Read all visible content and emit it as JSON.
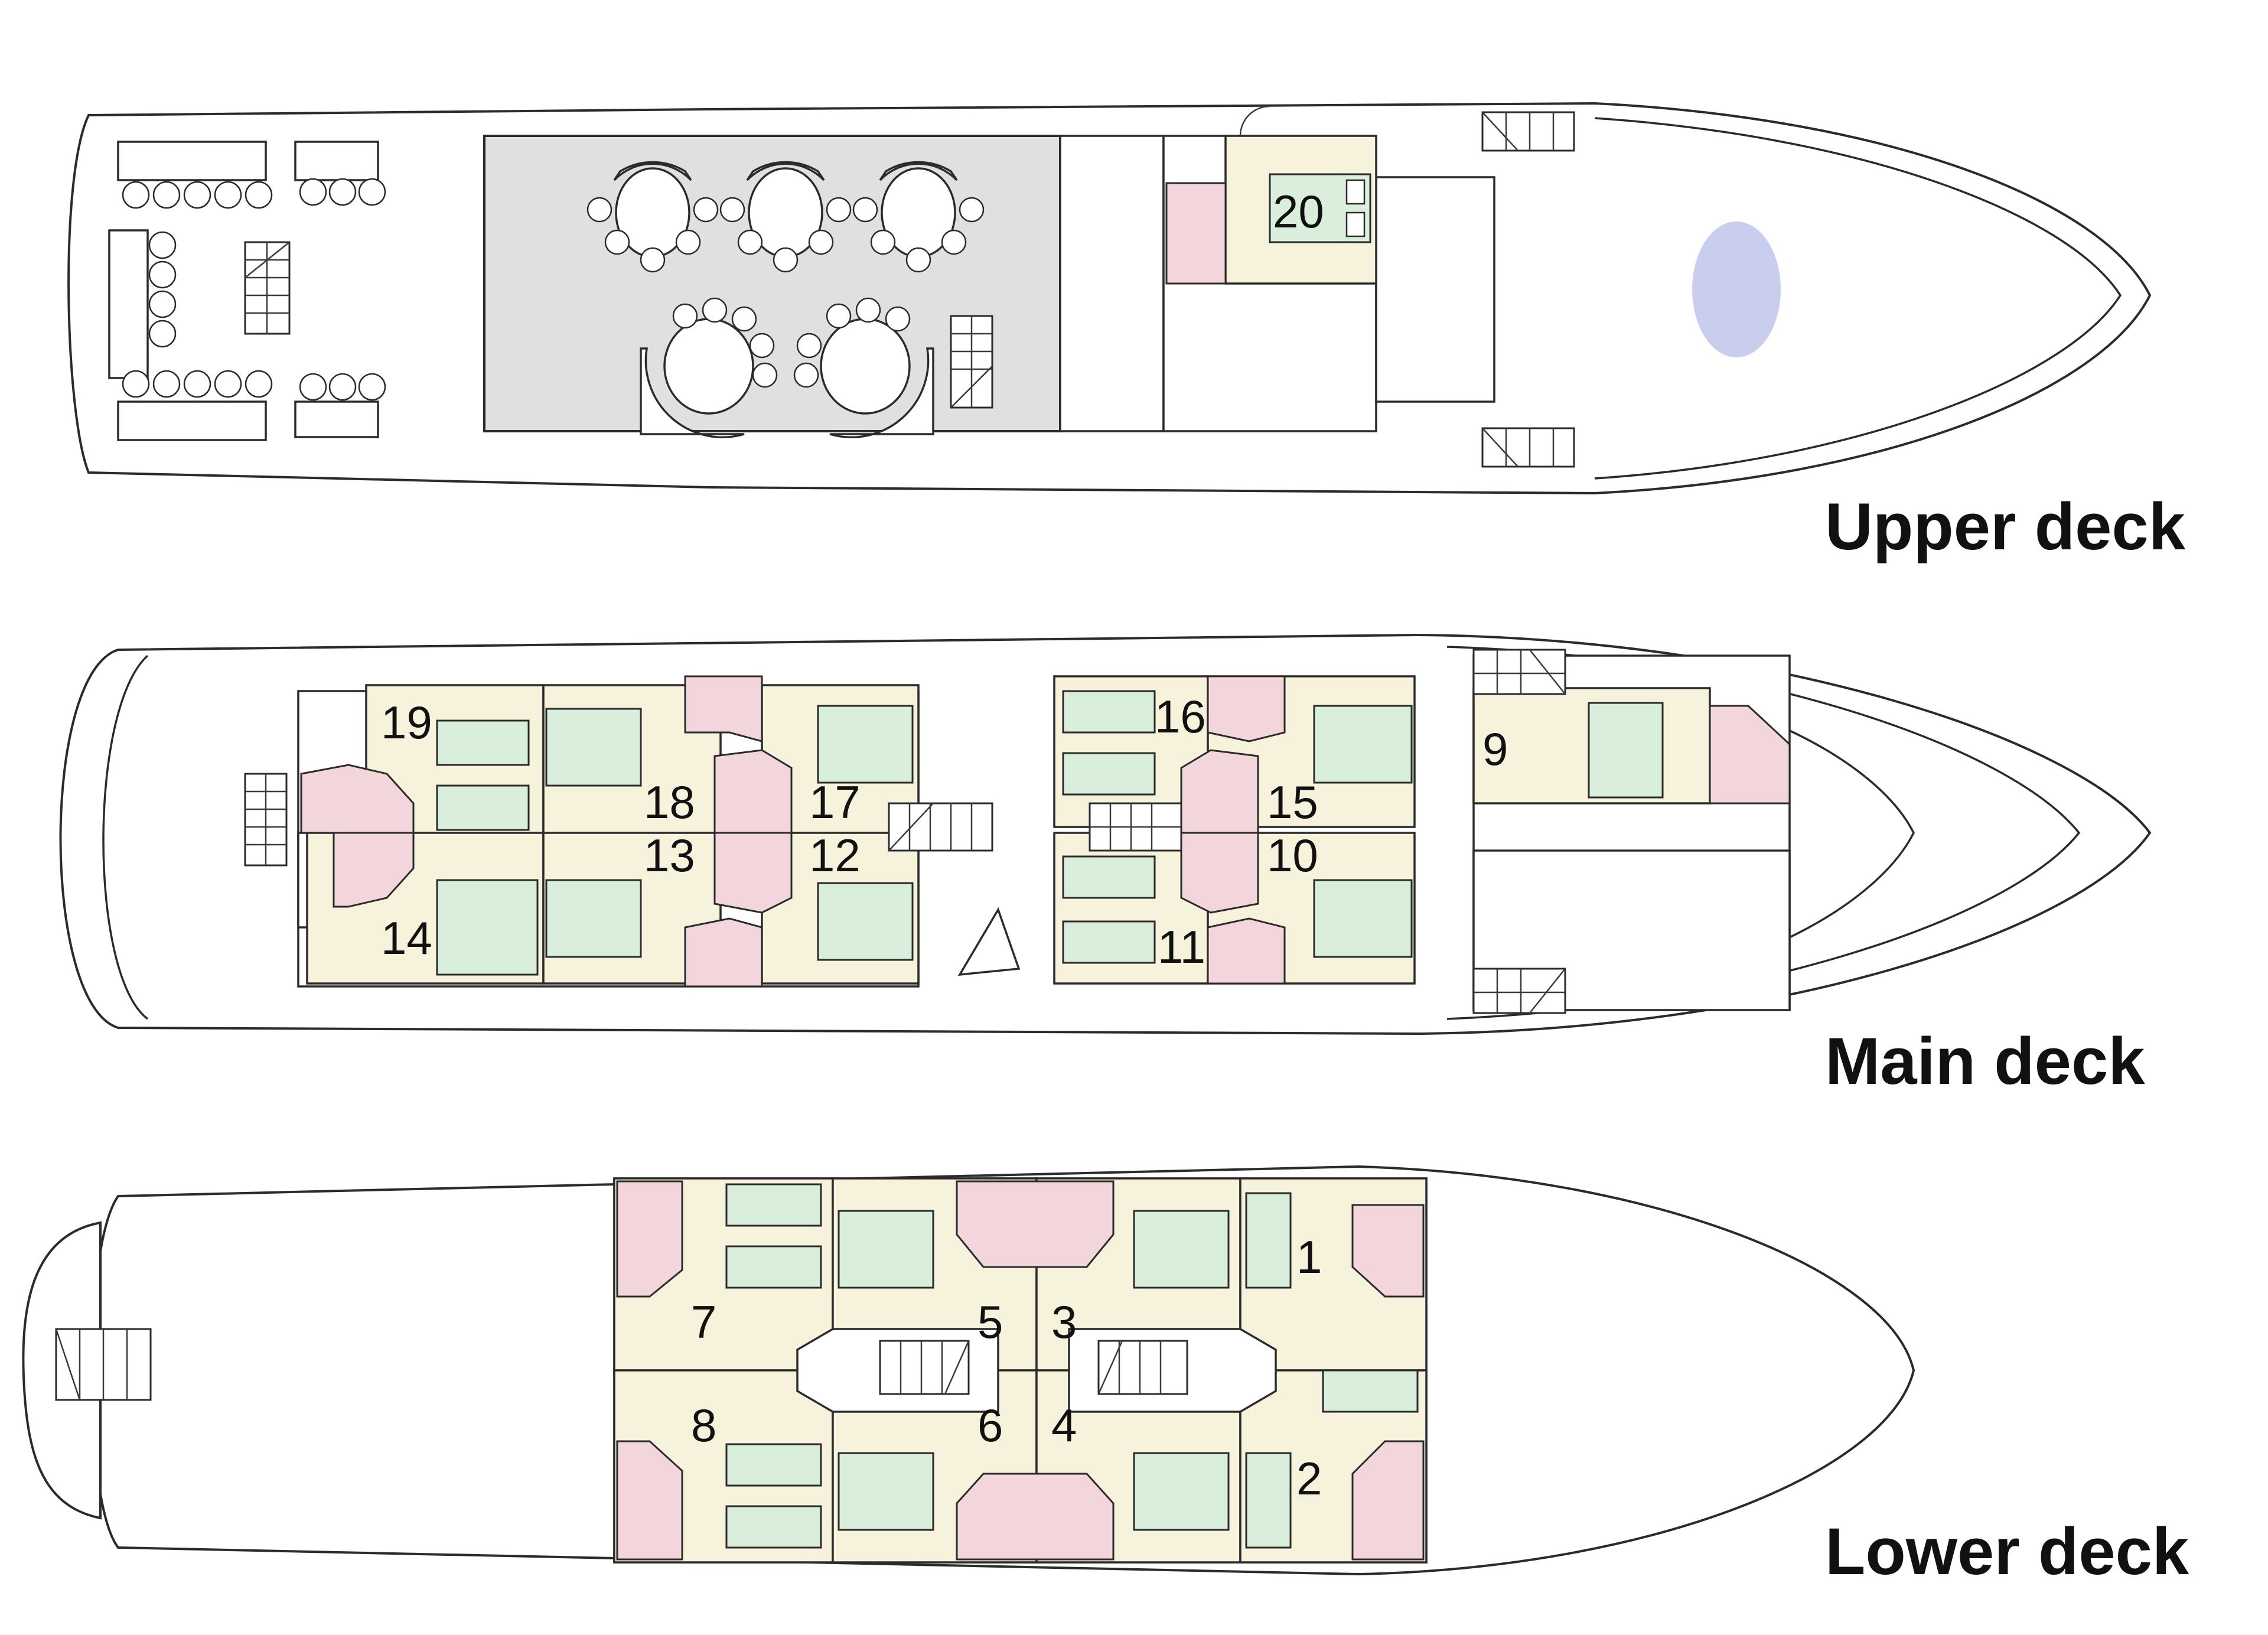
{
  "decks": {
    "upper": {
      "label": "Upper deck"
    },
    "main": {
      "label": "Main deck"
    },
    "lower": {
      "label": "Lower deck"
    }
  },
  "cabins": {
    "c1": "1",
    "c2": "2",
    "c3": "3",
    "c4": "4",
    "c5": "5",
    "c6": "6",
    "c7": "7",
    "c8": "8",
    "c9": "9",
    "c10": "10",
    "c11": "11",
    "c12": "12",
    "c13": "13",
    "c14": "14",
    "c15": "15",
    "c16": "16",
    "c17": "17",
    "c18": "18",
    "c19": "19",
    "c20": "20"
  },
  "colors": {
    "cabin_fill": "#f6f2dc",
    "bathroom_fill": "#f3d6dc",
    "bed_fill": "#d9efdc",
    "dining_fill": "#e0e0e0",
    "jacuzzi_fill": "#c9cdee"
  }
}
